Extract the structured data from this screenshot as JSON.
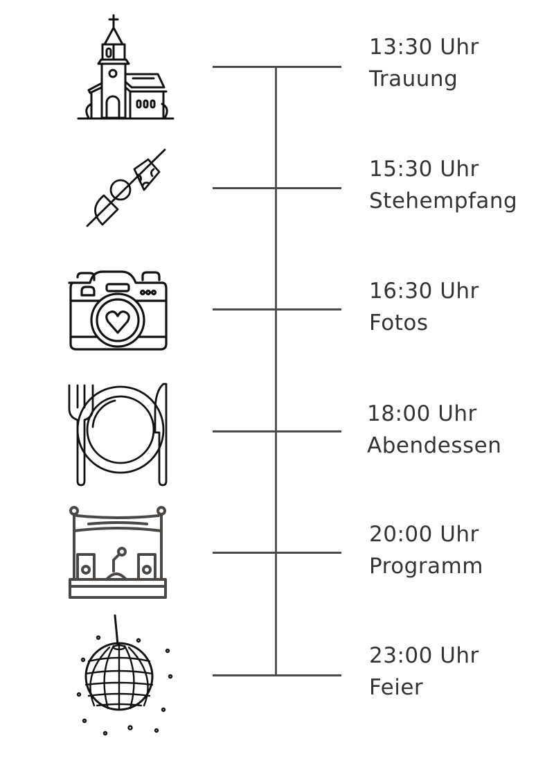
{
  "timeline": {
    "colors": {
      "line": "#4a4a4a",
      "text": "#333333",
      "icon": "#111111"
    },
    "events": [
      {
        "time": "13:30 Uhr",
        "title": "Trauung",
        "icon": "church-icon"
      },
      {
        "time": "15:30 Uhr",
        "title": "Stehempfang",
        "icon": "skewer-icon"
      },
      {
        "time": "16:30 Uhr",
        "title": "Fotos",
        "icon": "camera-icon"
      },
      {
        "time": "18:00 Uhr",
        "title": "Abendessen",
        "icon": "plate-cutlery-icon"
      },
      {
        "time": "20:00 Uhr",
        "title": "Programm",
        "icon": "stage-icon"
      },
      {
        "time": "23:00 Uhr",
        "title": "Feier",
        "icon": "disco-ball-icon"
      }
    ]
  }
}
